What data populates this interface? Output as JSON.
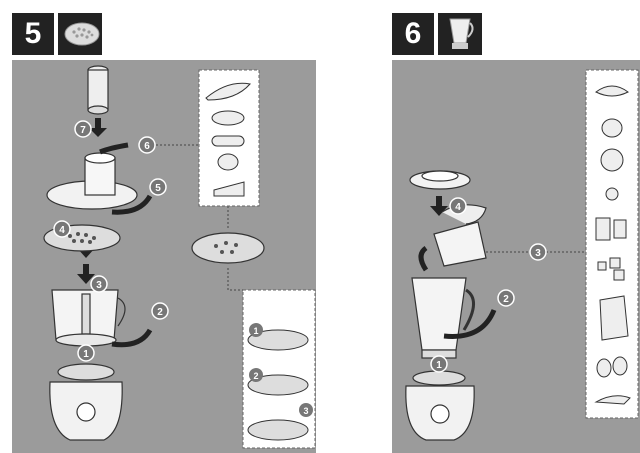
{
  "step5": {
    "number": "5",
    "header_icon": "slicing-disc-icon",
    "callouts": [
      "1",
      "2",
      "3",
      "4",
      "5",
      "6",
      "7"
    ],
    "insert_callouts": [
      "1",
      "2",
      "3"
    ],
    "food_icons": [
      "carrot-icon",
      "potato-icon",
      "cucumber-icon",
      "onion-icon",
      "cheese-icon"
    ]
  },
  "step6": {
    "number": "6",
    "header_icon": "blender-jar-icon",
    "callouts": [
      "1",
      "2",
      "3",
      "4"
    ],
    "food_icons": [
      "fruit-slices-icon",
      "onion-icon",
      "broccoli-icon",
      "berry-icon",
      "milk-carton-icon",
      "ice-cubes-icon",
      "flour-bag-icon",
      "eggs-icon",
      "carrot-icon"
    ]
  },
  "colors": {
    "panel_gray": "#9b9b9b",
    "header_black": "#222222",
    "callout_fill": "#777777"
  }
}
